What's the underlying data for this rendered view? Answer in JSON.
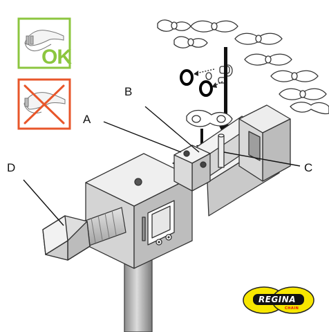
{
  "callouts": {
    "a": "A",
    "b": "B",
    "c": "C",
    "d": "D"
  },
  "badge_ok": {
    "text": "OK",
    "color": "#8cc63f",
    "icon": "hand-pinch-correct-icon"
  },
  "badge_wrong": {
    "color": "#e8562a",
    "icon": "hand-pinch-wrong-icon"
  },
  "logo": {
    "text": "REGINA",
    "subtext": "CHAIN",
    "color": "#f7e600"
  }
}
